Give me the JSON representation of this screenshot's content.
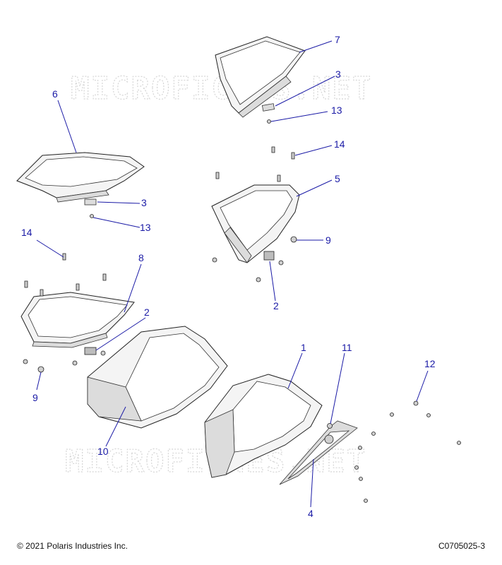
{
  "watermarks": [
    "MICROFICHES.NET",
    "MICROFICHES.NET"
  ],
  "callouts": [
    {
      "id": "c7",
      "label": "7"
    },
    {
      "id": "c3a",
      "label": "3"
    },
    {
      "id": "c13a",
      "label": "13"
    },
    {
      "id": "c14a",
      "label": "14"
    },
    {
      "id": "c5",
      "label": "5"
    },
    {
      "id": "c9a",
      "label": "9"
    },
    {
      "id": "c2a",
      "label": "2"
    },
    {
      "id": "c6",
      "label": "6"
    },
    {
      "id": "c3b",
      "label": "3"
    },
    {
      "id": "c13b",
      "label": "13"
    },
    {
      "id": "c14b",
      "label": "14"
    },
    {
      "id": "c8",
      "label": "8"
    },
    {
      "id": "c2b",
      "label": "2"
    },
    {
      "id": "c1",
      "label": "1"
    },
    {
      "id": "c11",
      "label": "11"
    },
    {
      "id": "c12",
      "label": "12"
    },
    {
      "id": "c9b",
      "label": "9"
    },
    {
      "id": "c10",
      "label": "10"
    },
    {
      "id": "c4",
      "label": "4"
    }
  ],
  "footer": {
    "copyright": "© 2021 Polaris Industries Inc.",
    "drawing_id": "C0705025-3"
  }
}
